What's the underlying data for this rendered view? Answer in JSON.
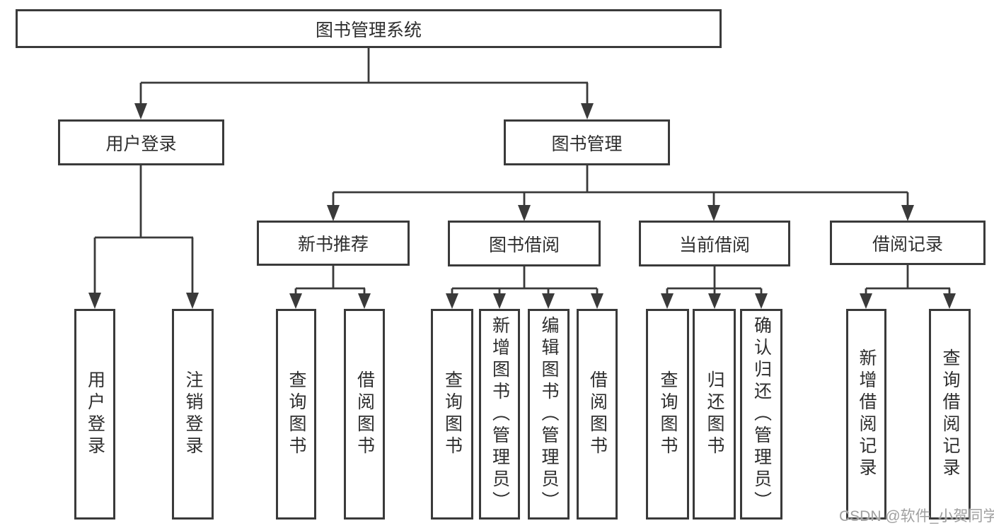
{
  "diagram_title": "图书管理系统",
  "nodes": {
    "root": {
      "label": "图书管理系统"
    },
    "level2": [
      {
        "label": "用户登录"
      },
      {
        "label": "图书管理"
      }
    ],
    "level3": [
      {
        "label": "新书推荐",
        "parent": "图书管理"
      },
      {
        "label": "图书借阅",
        "parent": "图书管理"
      },
      {
        "label": "当前借阅",
        "parent": "图书管理"
      },
      {
        "label": "借阅记录",
        "parent": "图书管理"
      }
    ],
    "leaves": [
      {
        "label": "用户登录",
        "parent": "用户登录"
      },
      {
        "label": "注销登录",
        "parent": "用户登录"
      },
      {
        "label": "查询图书",
        "parent": "新书推荐"
      },
      {
        "label": "借阅图书",
        "parent": "新书推荐"
      },
      {
        "label": "查询图书",
        "parent": "图书借阅"
      },
      {
        "label": "新增图书（管理员）",
        "parent": "图书借阅"
      },
      {
        "label": "编辑图书（管理员）",
        "parent": "图书借阅"
      },
      {
        "label": "借阅图书",
        "parent": "图书借阅"
      },
      {
        "label": "查询图书",
        "parent": "当前借阅"
      },
      {
        "label": "归还图书",
        "parent": "当前借阅"
      },
      {
        "label": "确认归还（管理员）",
        "parent": "当前借阅"
      },
      {
        "label": "新增借阅记录",
        "parent": "借阅记录"
      },
      {
        "label": "查询借阅记录",
        "parent": "借阅记录"
      }
    ]
  },
  "watermark": "CSDN @软件_小贺同学",
  "colors": {
    "line": "#3a3a3a",
    "text": "#2e2e2e",
    "background": "#ffffff",
    "watermark": "#a0a0a0"
  }
}
